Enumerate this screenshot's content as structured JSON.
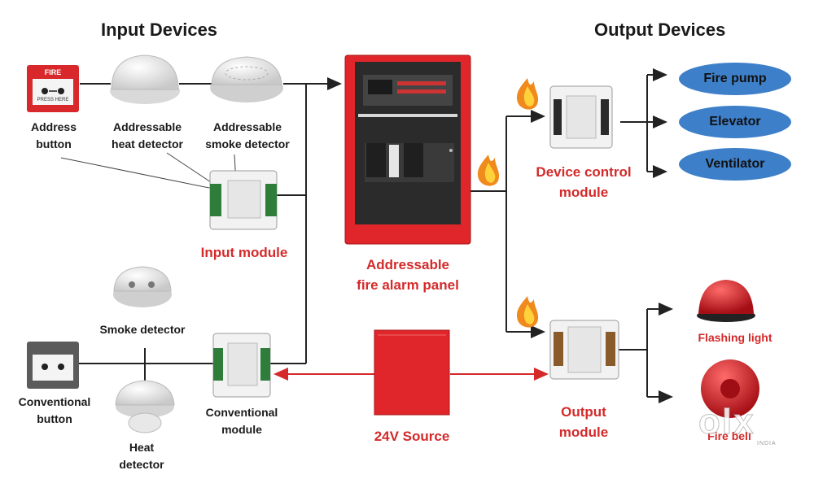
{
  "headers": {
    "input": "Input Devices",
    "output": "Output Devices"
  },
  "labels": {
    "address_button": [
      "Address",
      "button"
    ],
    "heat_detector_addr": [
      "Addressable",
      "heat detector"
    ],
    "smoke_detector_addr": [
      "Addressable",
      "smoke detector"
    ],
    "input_module": "Input module",
    "smoke_detector": "Smoke detector",
    "conventional_button": [
      "Conventional",
      "button"
    ],
    "conventional_module": [
      "Conventional",
      "module"
    ],
    "heat_detector": [
      "Heat",
      "detector"
    ],
    "panel": [
      "Addressable",
      "fire alarm panel"
    ],
    "source": "24V Source",
    "device_control_module": [
      "Device control",
      "module"
    ],
    "output_module": [
      "Output",
      "module"
    ],
    "flashing_light": "Flashing light",
    "fire_bell": "Fire bell"
  },
  "outputs": [
    "Fire pump",
    "Elevator",
    "Ventilator"
  ],
  "device_text": {
    "call_point_fire": "FIRE",
    "call_point_sub": "PRESS HERE"
  },
  "watermark": {
    "logo": "olx",
    "sub": "INDIA"
  },
  "colors": {
    "accent_red": "#d42a2a",
    "pill_blue": "#3d7fc9",
    "panel_red": "#e0262a",
    "line": "#222222"
  }
}
